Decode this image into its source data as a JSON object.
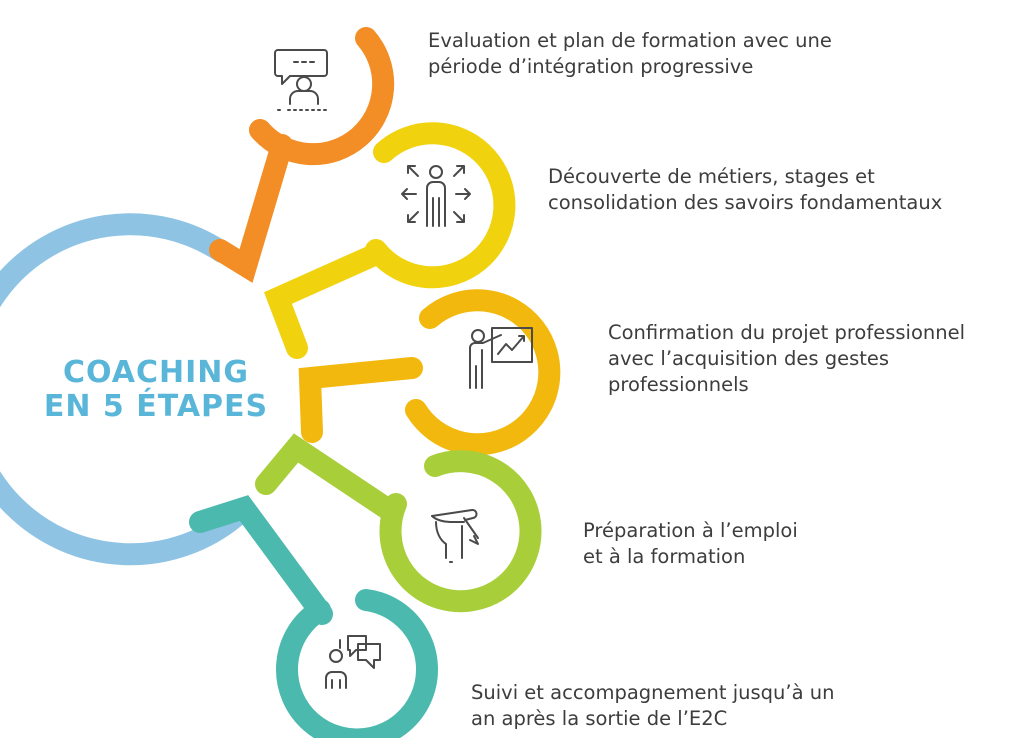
{
  "title": {
    "line1": "COACHING",
    "line2": "EN 5 ÉTAPES",
    "color": "#59b6d8"
  },
  "colors": {
    "big_ring": "#8ec3e4",
    "icon_stroke": "#4a4a4a",
    "text": "#3d3d3d"
  },
  "steps": [
    {
      "color": "#f38d25",
      "icon": "presenter-speech-icon",
      "lines": [
        "Evaluation et plan de formation avec une",
        "période d’intégration progressive"
      ]
    },
    {
      "color": "#f1d20e",
      "icon": "person-arrows-icon",
      "lines": [
        "Découverte de métiers, stages et",
        "consolidation des savoirs fondamentaux"
      ]
    },
    {
      "color": "#f2b80d",
      "icon": "presentation-board-icon",
      "lines": [
        "Confirmation du projet professionnel",
        "avec l’acquisition des gestes",
        "professionnels"
      ]
    },
    {
      "color": "#a8cf3a",
      "icon": "hand-pen-icon",
      "lines": [
        "Préparation à l’emploi",
        "et à la formation"
      ]
    },
    {
      "color": "#4bb9ae",
      "icon": "people-chat-icon",
      "lines": [
        "Suivi et accompagnement jusqu’à un",
        "an après la sortie de l’E2C"
      ]
    }
  ]
}
